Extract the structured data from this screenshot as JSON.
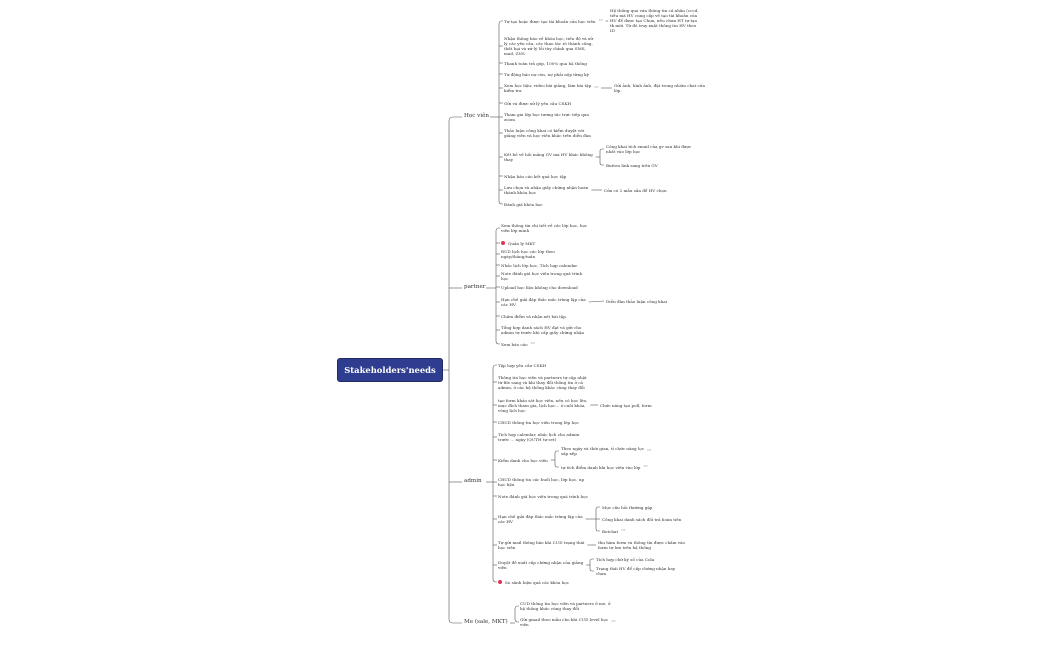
{
  "root": "Stakeholders'needs",
  "note_icon": "note-icon",
  "priority_marker_color": "#e0344f",
  "branches": [
    {
      "label": "Học viên",
      "children": [
        {
          "text": "Tự tạo hoặc được tạo tài khoản của học viên",
          "note": true,
          "children": [
            {
              "text": "Hệ thống qua văn thông tin cá nhân (cccd, tiếu mã HV cung cấp về tạo tài khoản của HV để được tạo Chọn, nếu chưa HT tự tạo tk mới. Từ đó truy xuất thông tin HV theo ID"
            }
          ]
        },
        {
          "text": "Nhận thông báo về khóa học, tiến độ và xử lý các yêu cầu, các thao tác rõ thành công, thất bại và xử lý lỗi tùy chỉnh qua SMS, mail, ZNS"
        },
        {
          "text": "Thanh toán trả góp, 100% qua hệ thống"
        },
        {
          "text": "Tự động báo nợ còn, nợ phải nộp từng kỳ"
        },
        {
          "text": "Xem học liệu: video bài giảng, làm bài tập kiểm tra",
          "note": true,
          "children": [
            {
              "text": "Gửi ảnh, hình ảnh, đặt trong nhóm chat của lớp"
            }
          ]
        },
        {
          "text": "Gửi và được xử lý yêu cầu CSKH"
        },
        {
          "text": "Tham gia lớp học tương tác trực tiếp qua zoom"
        },
        {
          "text": "Thảo luận công khai có kiểm duyệt với giảng viên và học viên khác trên diễn đàn"
        },
        {
          "text": "Kết hồ về hồi mảng GV mà HV khác không thay",
          "children": [
            {
              "text": "Công khai tích email của gv sau khi được nhất vào lớp học"
            },
            {
              "text": "Button link sang trên GV"
            }
          ]
        },
        {
          "text": "Nhận báo cáo kết quả học tập"
        },
        {
          "text": "Lưu chọn và nhận giấy chứng nhận hoàn thành khóa học",
          "children": [
            {
              "text": "Cửa có 2 mẫu sẵn để HV chọn"
            }
          ]
        },
        {
          "text": "Đánh giá khóa học"
        }
      ]
    },
    {
      "label": "partner",
      "children": [
        {
          "text": "Xem thông tin chi tiết về các lớp học, học viên lớp mình"
        },
        {
          "text": "Quản lý MKT",
          "priority": true
        },
        {
          "text": "RUD lịch học các lớp theo ngày/tháng/tuần"
        },
        {
          "text": "Nhắc lịch lớp học, Tích hợp calendar"
        },
        {
          "text": "Note đánh giá học viên trong quá trình học"
        },
        {
          "text": "Upload học liệu không cho download"
        },
        {
          "text": "Hạn chế giải đáp thắc mắc trùng lặp của các HV",
          "children": [
            {
              "text": "Diễn đàn thảo luận công khai"
            }
          ]
        },
        {
          "text": "Chấm điểm và nhận xét bài tập"
        },
        {
          "text": "Tổng hợp danh sách HV đạt và gửi cho admin tự trước khi cấp giấy chứng nhận"
        },
        {
          "text": "Xem báo cáo",
          "note": true
        }
      ]
    },
    {
      "label": "admin",
      "children": [
        {
          "text": "Tập hợp yêu cầu CSKH"
        },
        {
          "text": "Thông tin học viên và partners tự cập nhật từ file sang và khi thay đổi thông tin ở cả admin, ở các hệ thống khác cùng thay đổi"
        },
        {
          "text": "tạo form khảo sát học viên, nếu có học lên, mục đích tham gia, lịch học... ở cuối khóa, vòng lịch học",
          "children": [
            {
              "text": "Chức năng tạo poll, form"
            }
          ]
        },
        {
          "text": "CRUD thông tin học viên trong lớp học"
        },
        {
          "text": "Tích hợp calendar, nhắc lịch cho admin trước ... ngày (QUTH tự set)"
        },
        {
          "text": "Kiểm danh cho học viên",
          "children": [
            {
              "text": "Theo ngày và thời gian, tỉ chức năng lọc sắp xếp",
              "note": true
            },
            {
              "text": "tự tích điểm danh khi học viên vào lớp",
              "note": true
            }
          ]
        },
        {
          "text": "CRUD thông tin các buổi học, lớp học, up học liệu"
        },
        {
          "text": "Note đánh giá học viên trong quá trình học"
        },
        {
          "text": "Hạn chế giải đáp thắc mắc trùng lặp của các HV",
          "children": [
            {
              "text": "Mục câu hỏi thường gặp"
            },
            {
              "text": "Công khai danh sách đối trả hoàn tiền"
            },
            {
              "text": "Botchat",
              "note": true
            }
          ]
        },
        {
          "text": "Tự gửi mail thông báo khi CUD trạng thái học viên",
          "children": [
            {
              "text": "thu hàm form và thông tin được chấm vào form tự lưu trên hệ thống"
            }
          ]
        },
        {
          "text": "Duyệt đề xuất cấp chứng nhận của giảng viên",
          "children": [
            {
              "text": "Tích hợp chữ ký số của Cola"
            },
            {
              "text": "Trạng thái HV để cấp chứng nhận hay chưa"
            }
          ]
        },
        {
          "text": "So sánh hiệu quả các khóa học",
          "priority": true
        }
      ]
    },
    {
      "label": "Me (sale, MKT)",
      "children": [
        {
          "text": "CUD thông tin học viên và partners ở me, ở hệ thống khác cũng thay đổi"
        },
        {
          "text": "Gửi gmail theo mẫu cho khi CUD level học viên",
          "note": true
        }
      ]
    }
  ]
}
